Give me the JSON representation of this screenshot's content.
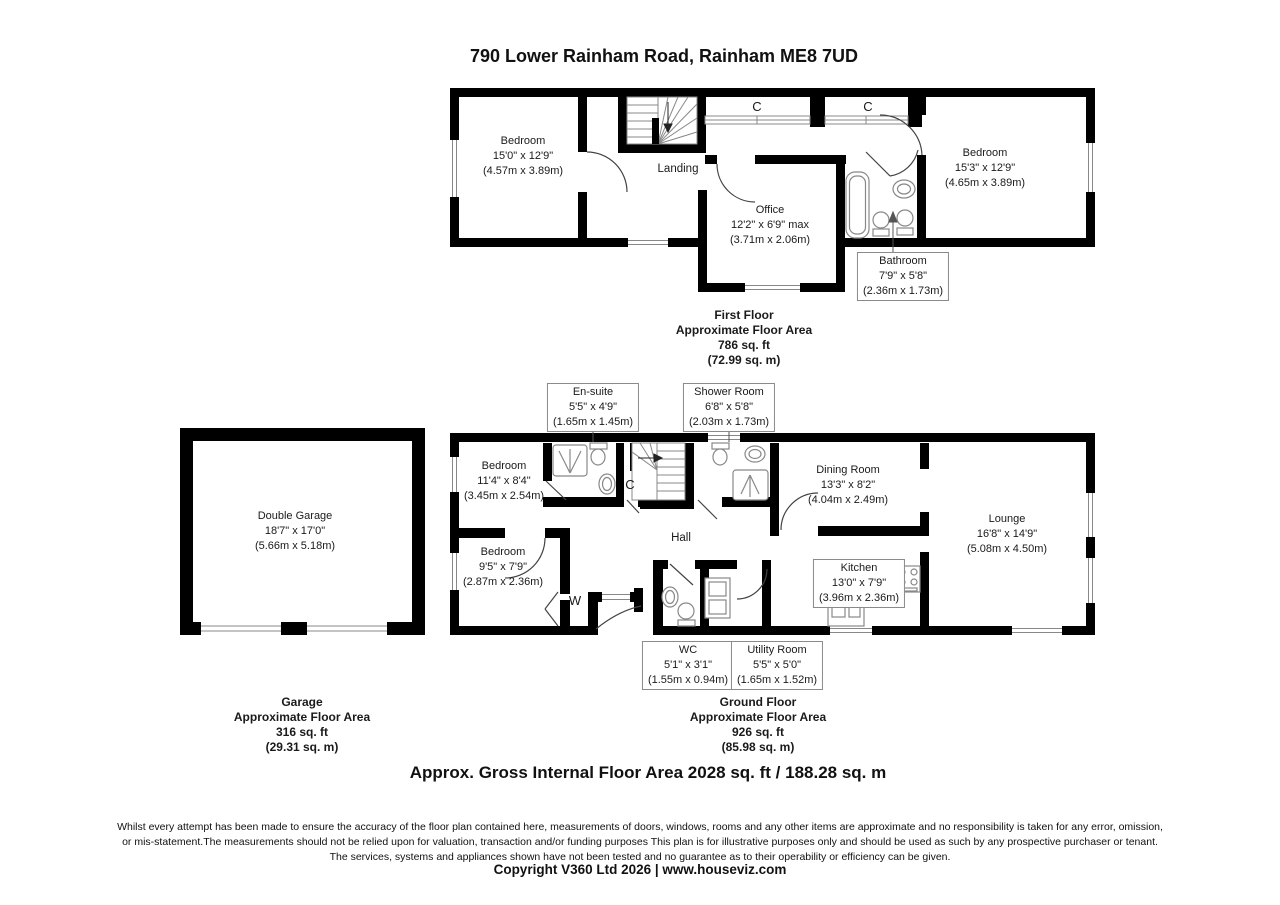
{
  "title": "790 Lower Rainham Road, Rainham ME8 7UD",
  "first_floor": {
    "bedroom_left": {
      "name": "Bedroom",
      "imperial": "15'0\" x 12'9\"",
      "metric": "(4.57m x 3.89m)"
    },
    "bedroom_right": {
      "name": "Bedroom",
      "imperial": "15'3\" x 12'9\"",
      "metric": "(4.65m x 3.89m)"
    },
    "landing": "Landing",
    "office": {
      "name": "Office",
      "imperial": "12'2\" x 6'9\" max",
      "metric": "(3.71m x 2.06m)"
    },
    "bathroom": {
      "name": "Bathroom",
      "imperial": "7'9\" x 5'8\"",
      "metric": "(2.36m x 1.73m)"
    },
    "cupboard_left": "C",
    "cupboard_right": "C",
    "summary": {
      "floor": "First Floor",
      "label": "Approximate Floor Area",
      "sqft": "786 sq. ft",
      "sqm": "(72.99 sq. m)"
    }
  },
  "garage": {
    "room": {
      "name": "Double Garage",
      "imperial": "18'7\" x 17'0\"",
      "metric": "(5.66m x 5.18m)"
    },
    "summary": {
      "floor": "Garage",
      "label": "Approximate Floor Area",
      "sqft": "316 sq. ft",
      "sqm": "(29.31 sq. m)"
    }
  },
  "ground_floor": {
    "en_suite": {
      "name": "En-suite",
      "imperial": "5'5\" x 4'9\"",
      "metric": "(1.65m x 1.45m)"
    },
    "shower_room": {
      "name": "Shower Room",
      "imperial": "6'8\" x 5'8\"",
      "metric": "(2.03m x 1.73m)"
    },
    "bedroom_top": {
      "name": "Bedroom",
      "imperial": "11'4\" x 8'4\"",
      "metric": "(3.45m x 2.54m)"
    },
    "bedroom_bottom": {
      "name": "Bedroom",
      "imperial": "9'5\" x 7'9\"",
      "metric": "(2.87m x 2.36m)"
    },
    "dining_room": {
      "name": "Dining Room",
      "imperial": "13'3\" x 8'2\"",
      "metric": "(4.04m x 2.49m)"
    },
    "lounge": {
      "name": "Lounge",
      "imperial": "16'8\" x 14'9\"",
      "metric": "(5.08m x 4.50m)"
    },
    "kitchen": {
      "name": "Kitchen",
      "imperial": "13'0\" x 7'9\"",
      "metric": "(3.96m x 2.36m)"
    },
    "wc": {
      "name": "WC",
      "imperial": "5'1\" x 3'1\"",
      "metric": "(1.55m x 0.94m)"
    },
    "utility": {
      "name": "Utility Room",
      "imperial": "5'5\" x 5'0\"",
      "metric": "(1.65m x 1.52m)"
    },
    "hall": "Hall",
    "cupboard": "C",
    "wardrobe": "W",
    "summary": {
      "floor": "Ground Floor",
      "label": "Approximate Floor Area",
      "sqft": "926 sq. ft",
      "sqm": "(85.98 sq. m)"
    }
  },
  "gross_area": "Approx. Gross Internal Floor Area 2028 sq. ft / 188.28 sq. m",
  "disclaimer": {
    "line1": "Whilst every attempt has been made to ensure the accuracy of the floor plan contained here, measurements of doors, windows, rooms and any other items are approximate and no responsibility is taken for any error, omission,",
    "line2": "or mis-statement.The measurements should not be relied upon for valuation, transaction and/or funding purposes This plan is for illustrative purposes only and should be used as such by any prospective purchaser or tenant.",
    "line3": "The services, systems and appliances shown have not been tested and no guarantee as to their operability or efficiency can be given."
  },
  "copyright": "Copyright V360 Ltd 2026 | www.houseviz.com"
}
